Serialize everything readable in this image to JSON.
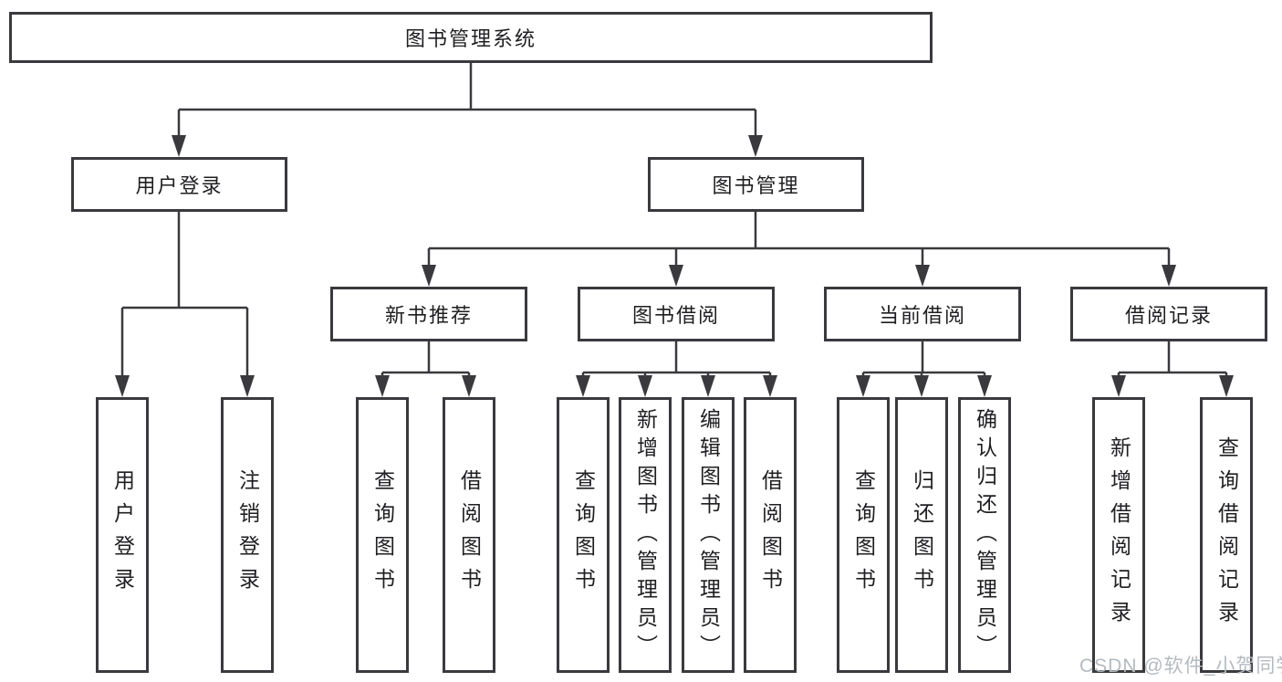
{
  "title": "图书管理系统",
  "watermark": "CSDN @软件_小贺同学",
  "colors": {
    "line": "#3a3a3e",
    "text": "#1f1f22",
    "background": "#ffffff",
    "watermark": "#b4bac1"
  },
  "nodes": {
    "root": {
      "label": "图书管理系统"
    },
    "level2": [
      {
        "label": "用户登录"
      },
      {
        "label": "图书管理"
      }
    ],
    "level3": [
      {
        "label": "新书推荐",
        "parent": "图书管理"
      },
      {
        "label": "图书借阅",
        "parent": "图书管理"
      },
      {
        "label": "当前借阅",
        "parent": "图书管理"
      },
      {
        "label": "借阅记录",
        "parent": "图书管理"
      }
    ],
    "leaves": [
      {
        "label": "用户登录",
        "parent": "用户登录"
      },
      {
        "label": "注销登录",
        "parent": "用户登录"
      },
      {
        "label": "查询图书",
        "parent": "新书推荐"
      },
      {
        "label": "借阅图书",
        "parent": "新书推荐"
      },
      {
        "label": "查询图书",
        "parent": "图书借阅"
      },
      {
        "label": "新增图书（管理员）",
        "parent": "图书借阅"
      },
      {
        "label": "编辑图书（管理员）",
        "parent": "图书借阅"
      },
      {
        "label": "借阅图书",
        "parent": "图书借阅"
      },
      {
        "label": "查询图书",
        "parent": "当前借阅"
      },
      {
        "label": "归还图书",
        "parent": "当前借阅"
      },
      {
        "label": "确认归还（管理员）",
        "parent": "当前借阅"
      },
      {
        "label": "新增借阅记录",
        "parent": "借阅记录"
      },
      {
        "label": "查询借阅记录",
        "parent": "借阅记录"
      }
    ]
  }
}
